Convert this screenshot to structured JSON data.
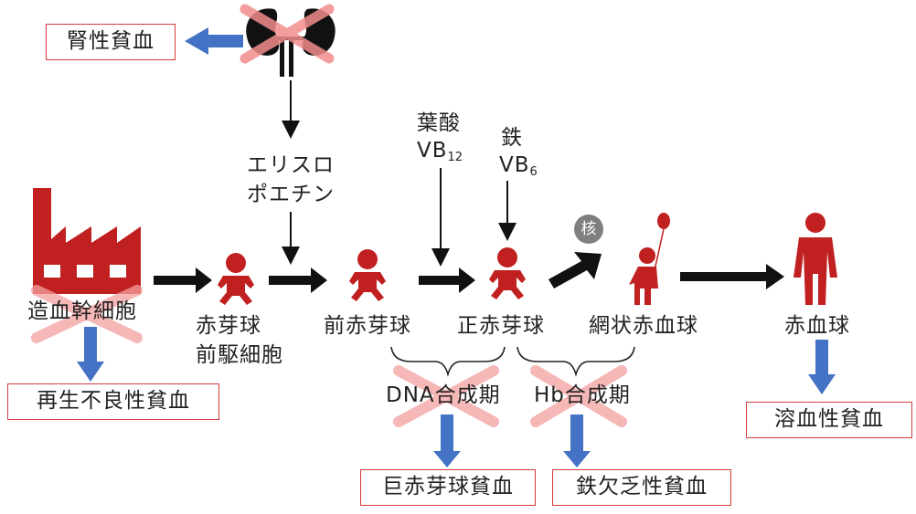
{
  "colors": {
    "icon_red": "#c0201f",
    "arrow_blue": "#4472c4",
    "cross_pink": "#f4a0a0",
    "flow_arrow": "#111111",
    "box_border": "#d63b3b"
  },
  "icons": {
    "kidney": "kidney-icon",
    "factory": "factory-icon",
    "baby": "baby-icon",
    "child_balloon": "child-with-balloon-icon",
    "adult": "adult-icon"
  },
  "labels": {
    "erythropoietin_1": "エリスロ",
    "erythropoietin_2": "ポエチン",
    "folate": "葉酸",
    "vb12_base": "VB",
    "vb12_sub": "12",
    "iron": "鉄",
    "vb6_base": "VB",
    "vb6_sub": "6",
    "nucleus": "核",
    "stem_cell": "造血幹細胞",
    "progenitor_1": "赤芽球",
    "progenitor_2": "前駆細胞",
    "proerythroblast": "前赤芽球",
    "normoblast": "正赤芽球",
    "reticulocyte": "網状赤血球",
    "rbc": "赤血球",
    "dna_synthesis": "DNA合成期",
    "hb_synthesis": "Hb合成期"
  },
  "anemias": {
    "renal": "腎性貧血",
    "aplastic": "再生不良性貧血",
    "megaloblastic": "巨赤芽球貧血",
    "iron_deficiency": "鉄欠乏性貧血",
    "hemolytic": "溶血性貧血"
  }
}
